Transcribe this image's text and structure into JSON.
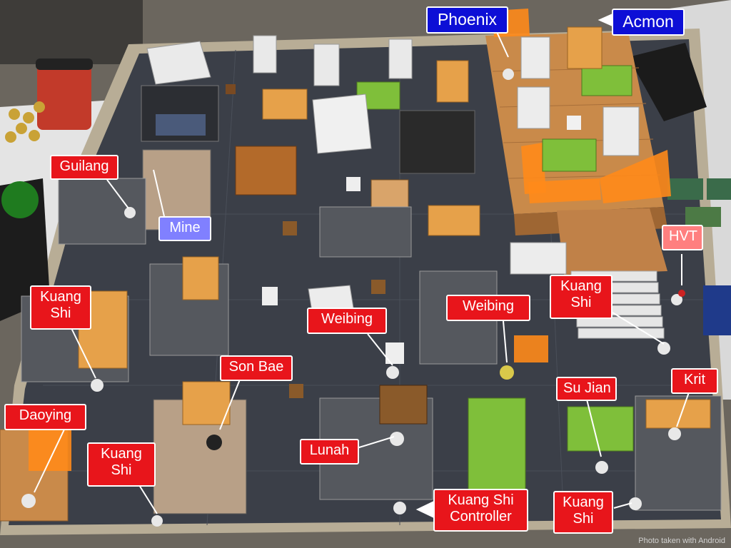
{
  "photo": {
    "subject": "tabletop-miniature-board",
    "colors": {
      "floor": "#6f6a62",
      "table_frame": "#b8ad96",
      "mat": "#3b3f48",
      "mdf_wood": "#c98a4a",
      "orange_acrylic": "#ff8a1a",
      "label_red": "#e8151b",
      "label_blue": "#0d0fd6",
      "label_lavender": "#8080ff",
      "label_pink": "#ff7f7f"
    }
  },
  "labels": {
    "phoenix": "Phoenix",
    "acmon": "Acmon",
    "guilang": "Guilang",
    "mine": "Mine",
    "hvt": "HVT",
    "kuang_shi_left": "Kuang Shi",
    "kuang_shi_right": "Kuang Shi",
    "weibing_left": "Weibing",
    "weibing_right": "Weibing",
    "son_bae": "Son Bae",
    "su_jian": "Su Jian",
    "krit": "Krit",
    "daoying": "Daoying",
    "kuang_shi_bottom_left": "Kuang Shi",
    "lunah": "Lunah",
    "kuang_shi_controller": "Kuang Shi Controller",
    "kuang_shi_bottom_right": "Kuang Shi"
  },
  "watermark": "Photo taken with Android"
}
